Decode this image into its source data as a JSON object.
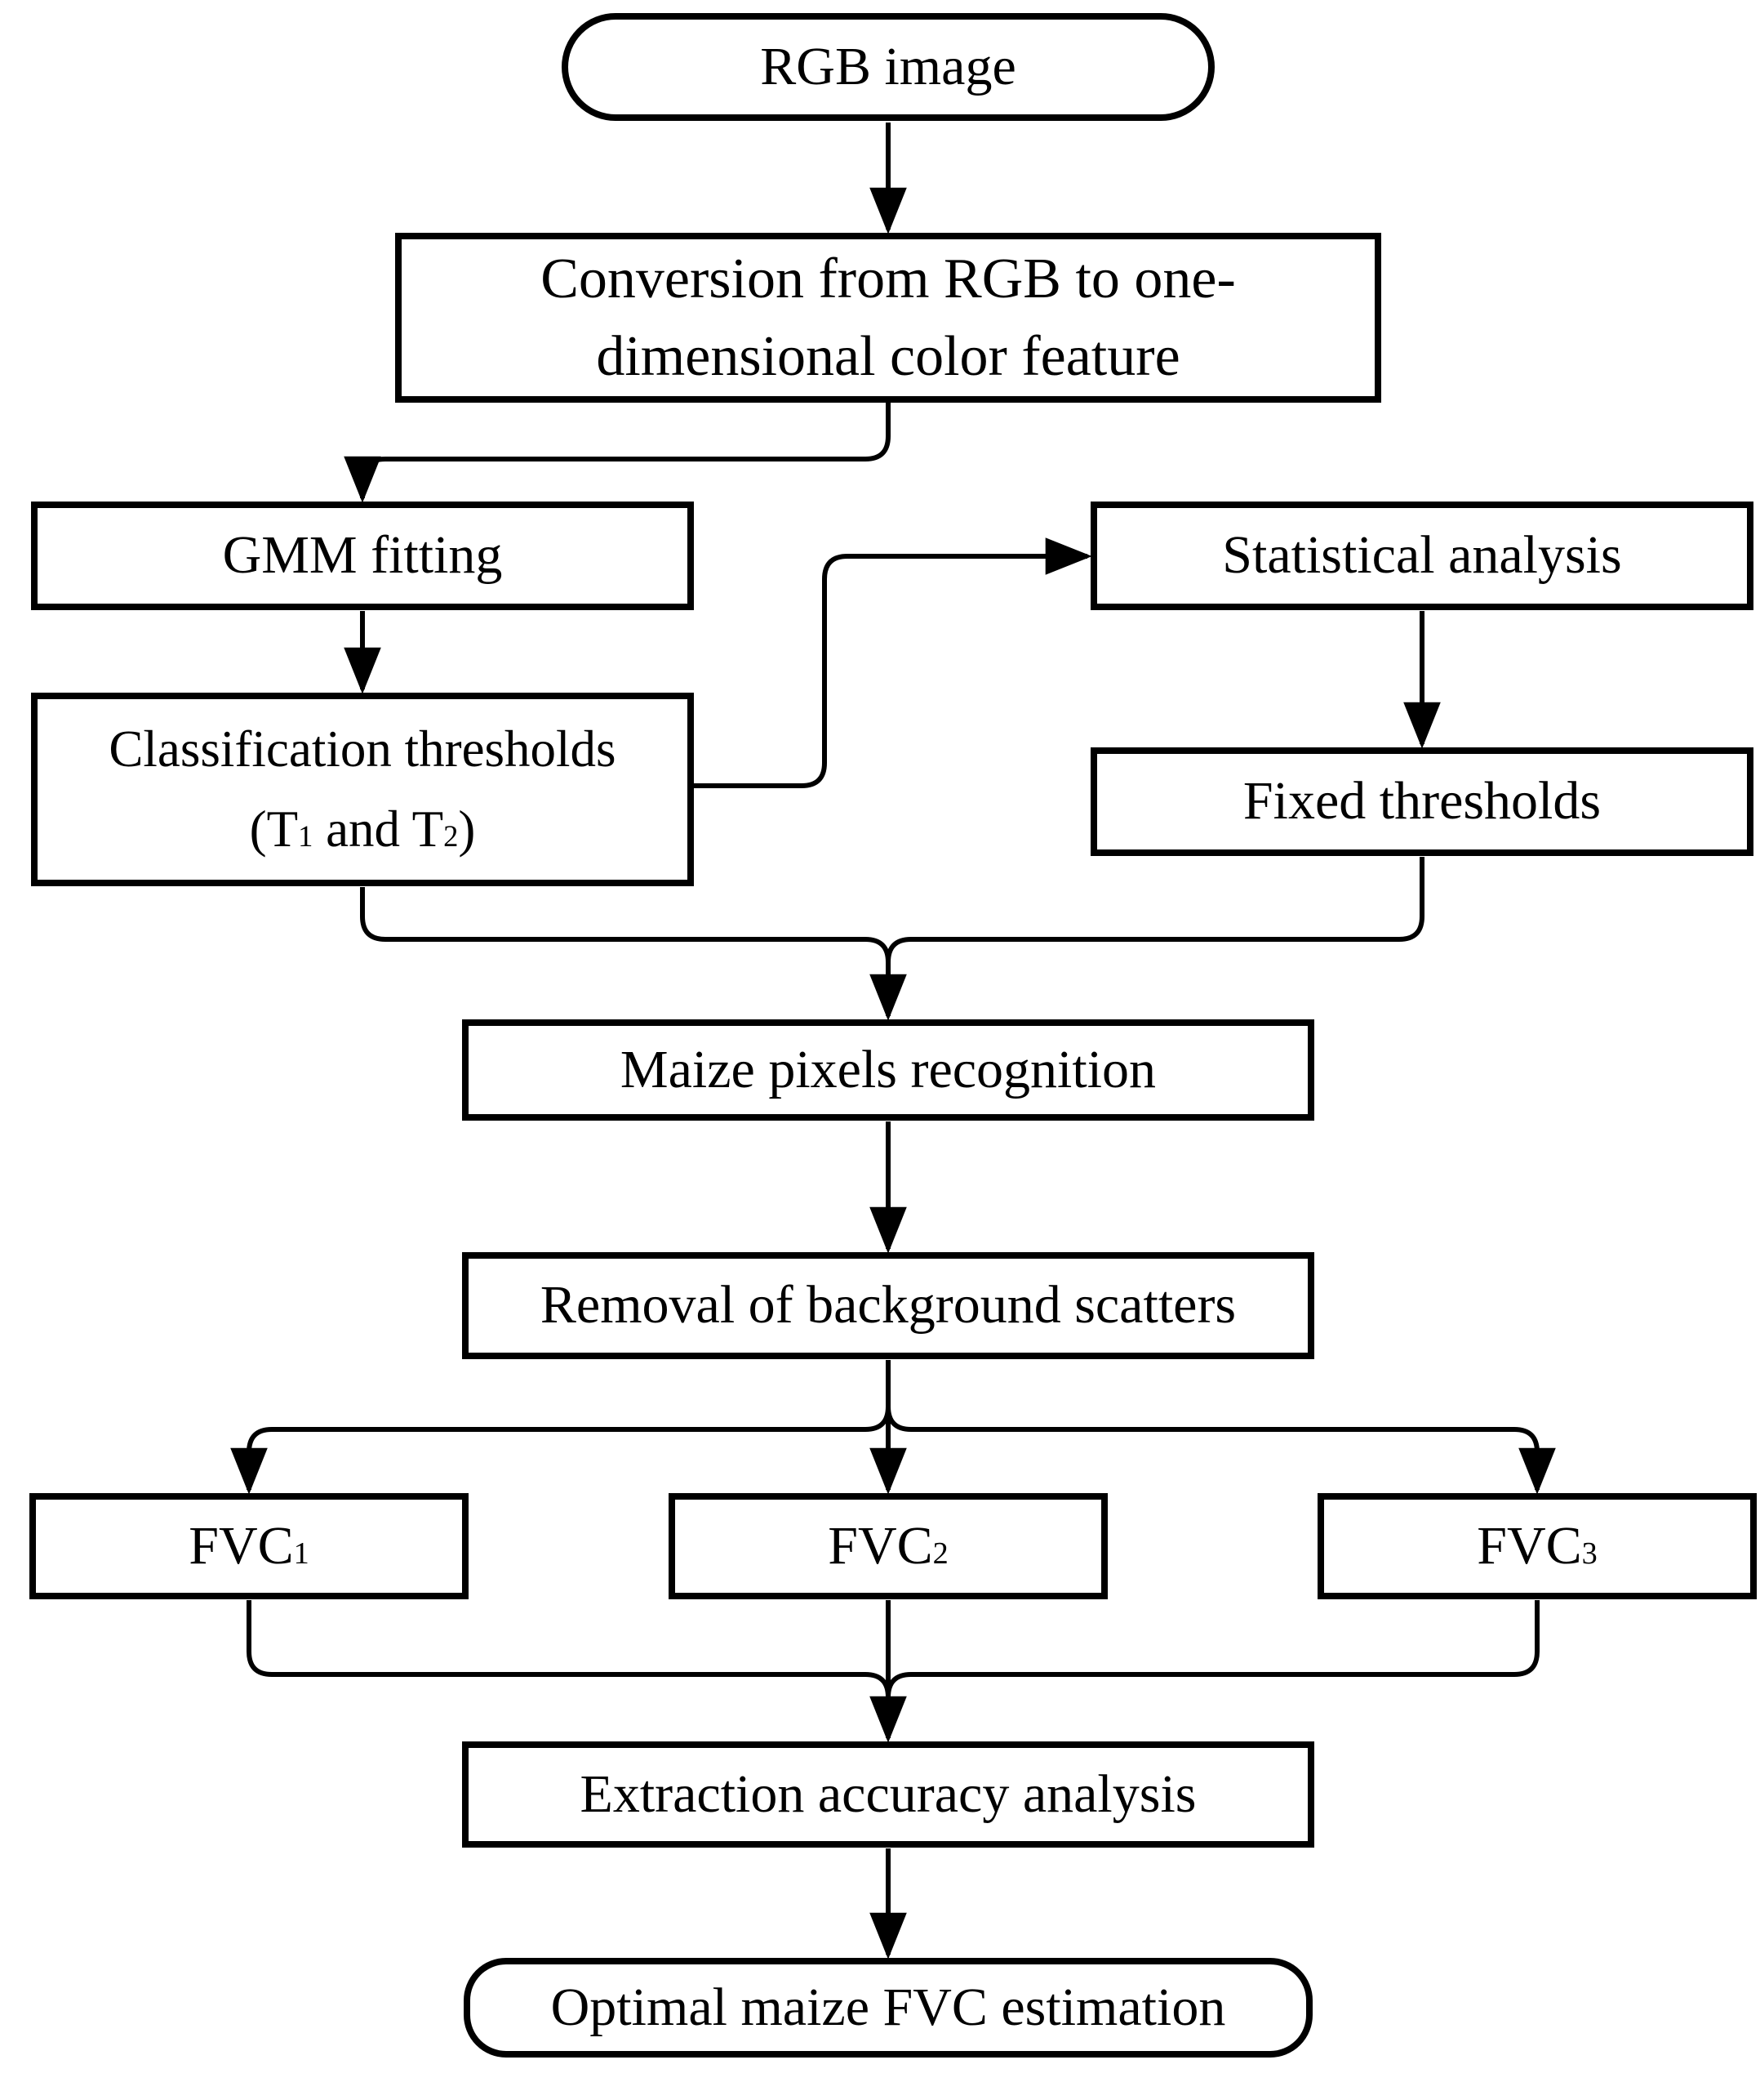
{
  "colors": {
    "background": "#ffffff",
    "stroke": "#000000",
    "text": "#000000"
  },
  "nodes": {
    "rgb_image": {
      "label": "RGB image"
    },
    "conversion": {
      "line1": "Conversion from RGB to one-",
      "line2": "dimensional color feature"
    },
    "gmm": {
      "label": "GMM fitting"
    },
    "statistical": {
      "label": "Statistical analysis"
    },
    "classification": {
      "line1": "Classification thresholds",
      "line2_rich": [
        {
          "t": "(T"
        },
        {
          "t": "1",
          "sub": true
        },
        {
          "t": " and T"
        },
        {
          "t": "2",
          "sub": true
        },
        {
          "t": ")"
        }
      ]
    },
    "fixed": {
      "label": "Fixed thresholds"
    },
    "maize": {
      "label": "Maize pixels recognition"
    },
    "removal": {
      "label": "Removal of background scatters"
    },
    "fvc1": {
      "rich": [
        {
          "t": "FVC"
        },
        {
          "t": "1",
          "sub": true
        }
      ]
    },
    "fvc2": {
      "rich": [
        {
          "t": "FVC"
        },
        {
          "t": "2",
          "sub": true
        }
      ]
    },
    "fvc3": {
      "rich": [
        {
          "t": "FVC"
        },
        {
          "t": "3",
          "sub": true
        }
      ]
    },
    "extraction": {
      "label": "Extraction accuracy analysis"
    },
    "optimal": {
      "label": "Optimal maize FVC estimation"
    }
  }
}
